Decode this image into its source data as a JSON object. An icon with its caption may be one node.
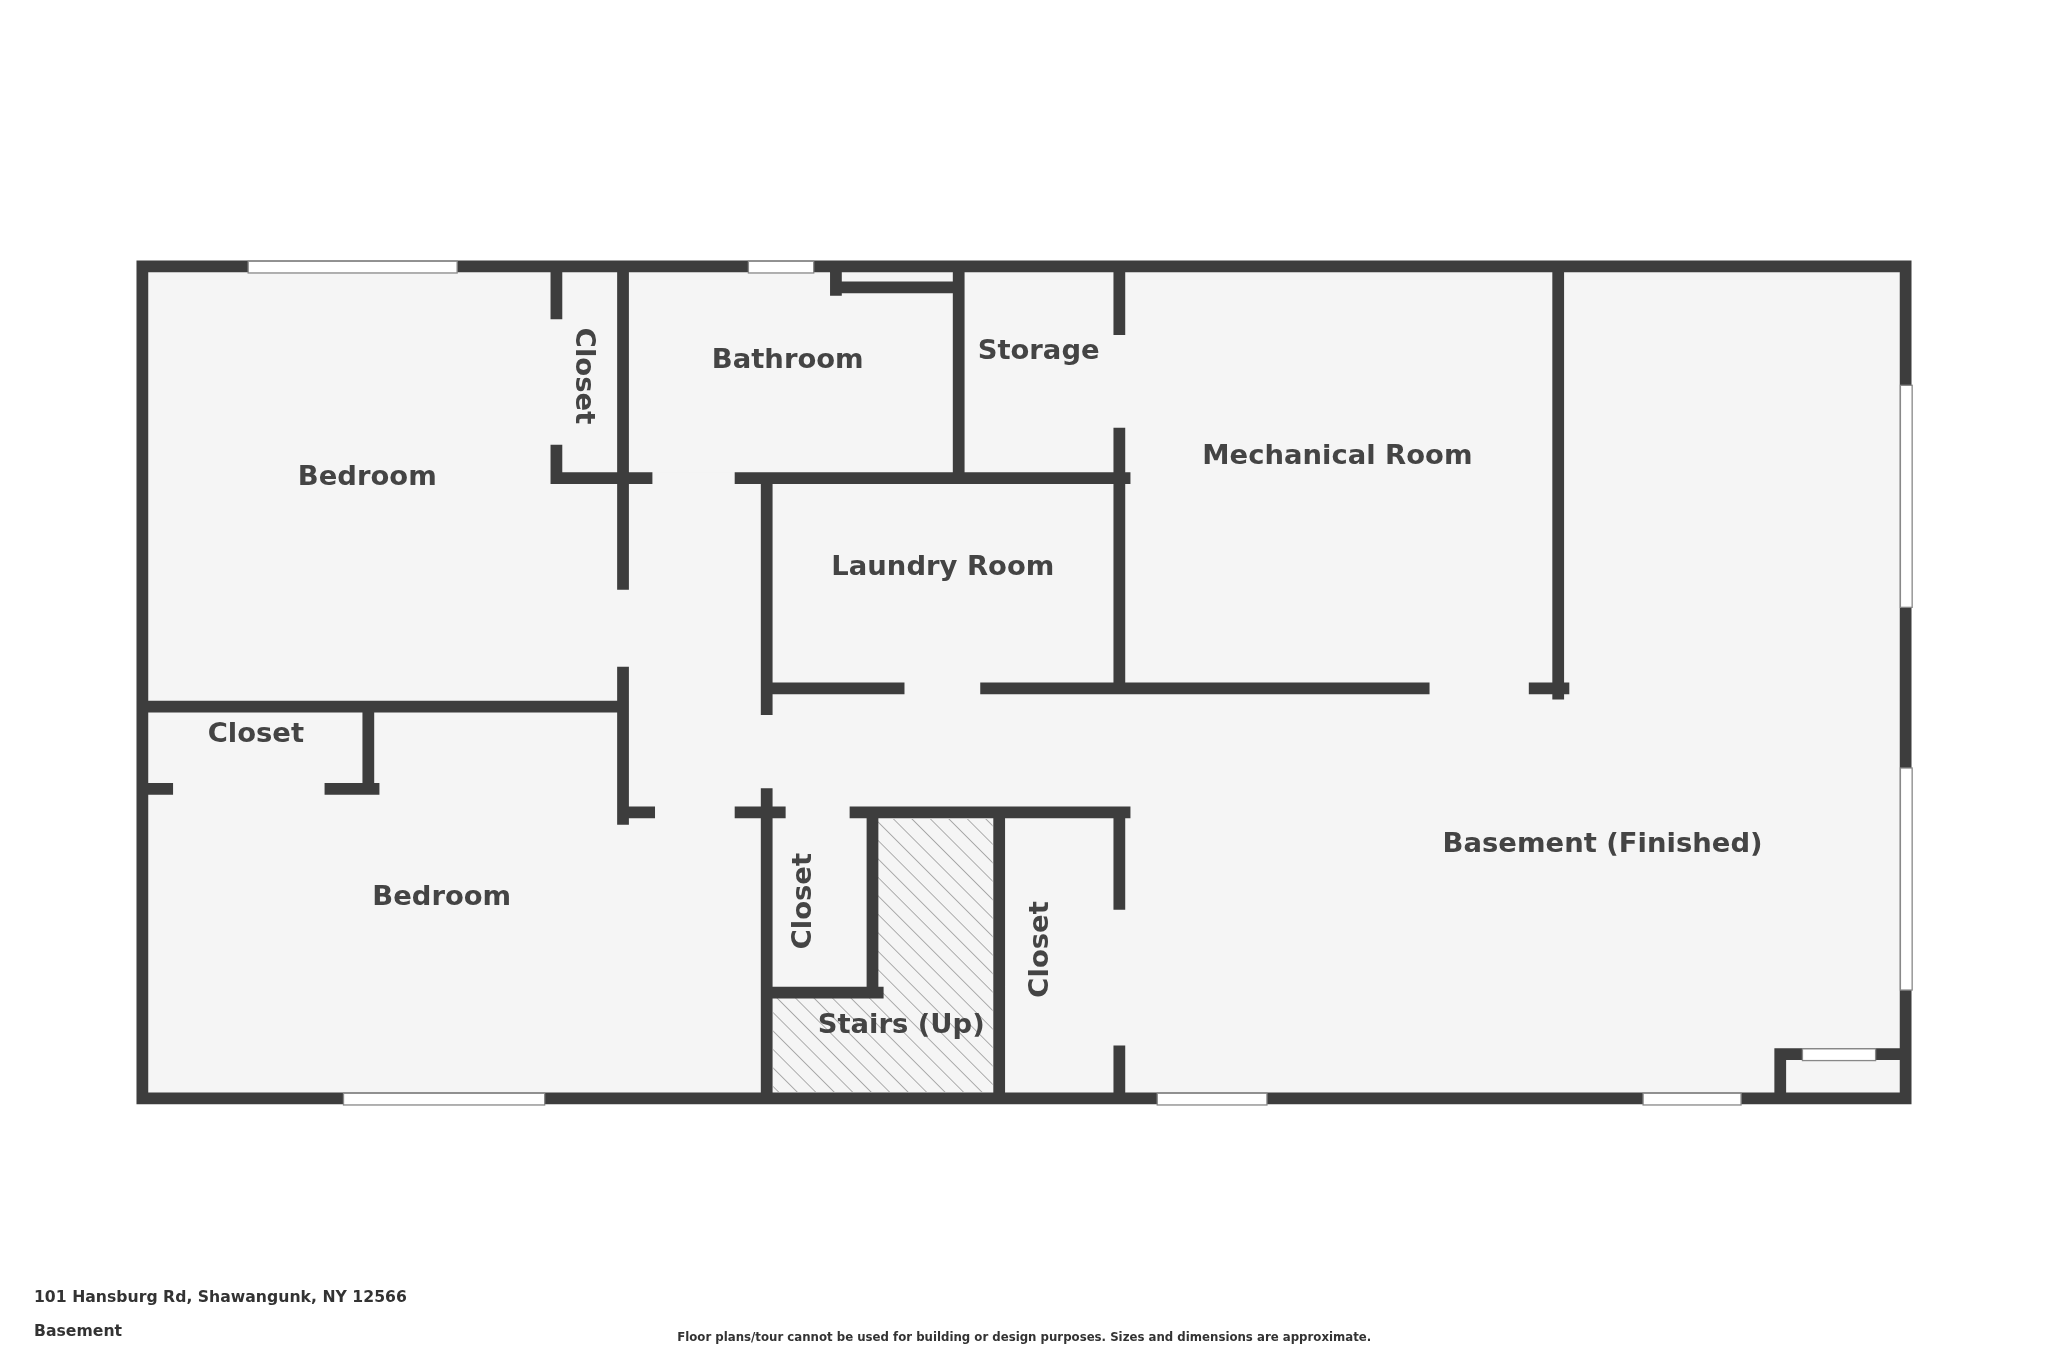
{
  "diagram": {
    "nodes": [
      {
        "text": [
          "Bedroom"
        ]
      },
      {
        "text": [
          "Closet"
        ]
      },
      {
        "text": [
          "Bathroom"
        ]
      },
      {
        "text": [
          "Storage"
        ]
      },
      {
        "text": [
          "Mechanical Room"
        ]
      },
      {
        "text": [
          "Laundry Room"
        ]
      },
      {
        "text": [
          "Closet"
        ]
      },
      {
        "text": [
          "Bedroom"
        ]
      },
      {
        "text": [
          "Basement (Finished)"
        ]
      },
      {
        "text": [
          "Closet"
        ]
      },
      {
        "text": [
          "Closet"
        ]
      },
      {
        "text": [
          "Stairs (Up)"
        ]
      }
    ],
    "labels": [
      "101 Hansburg Rd, Shawangunk, NY 12566",
      "Basement",
      "Floor plans/tour cannot be used for building or design purposes. Sizes and dimensions are approximate."
    ]
  }
}
